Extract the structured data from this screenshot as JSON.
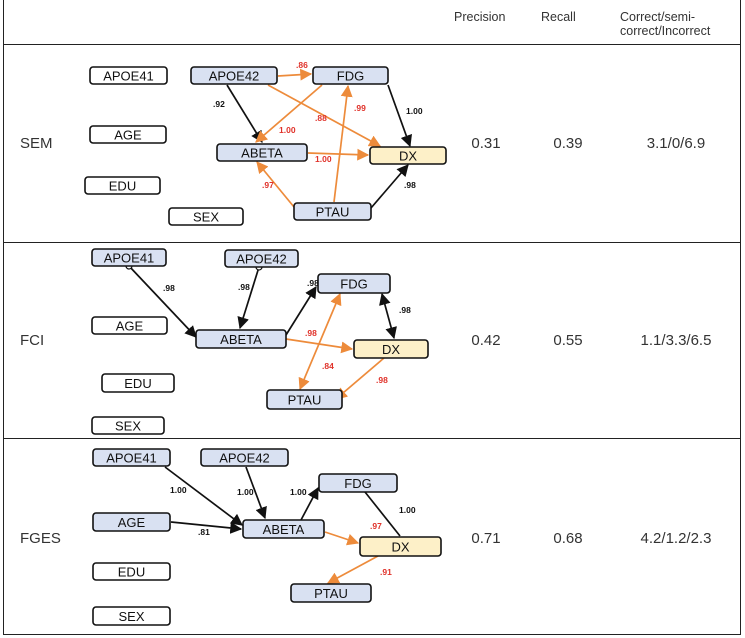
{
  "header": {
    "precision": "Precision",
    "recall": "Recall",
    "cis_line1": "Correct/semi-",
    "cis_line2": "correct/Incorrect"
  },
  "colors": {
    "node_fill": "#d9e1f2",
    "dx_fill": "#fdf0c8",
    "black_edge": "#111111",
    "orange_edge": "#ed8b3b",
    "orange_label": "#e0322a"
  },
  "rows": [
    {
      "id": "sem",
      "method": "SEM",
      "precision": "0.31",
      "recall": "0.39",
      "cis": "3.1/0/6.9",
      "nodes": {
        "APOE41": "APOE41",
        "APOE42": "APOE42",
        "FDG": "FDG",
        "AGE": "AGE",
        "ABETA": "ABETA",
        "DX": "DX",
        "EDU": "EDU",
        "SEX": "SEX",
        "PTAU": "PTAU"
      },
      "edges": [
        {
          "from": "APOE42",
          "to": "FDG",
          "color": "orange",
          "label": ".86"
        },
        {
          "from": "APOE42",
          "to": "ABETA",
          "color": "black",
          "label": ".92"
        },
        {
          "from": "APOE42",
          "to": "DX",
          "color": "orange",
          "label": ".88"
        },
        {
          "from": "FDG",
          "to": "ABETA",
          "color": "orange",
          "label": "1.00"
        },
        {
          "from": "FDG",
          "to": "DX",
          "color": "black",
          "label": "1.00"
        },
        {
          "from": "PTAU",
          "to": "FDG",
          "color": "orange",
          "label": ".99"
        },
        {
          "from": "ABETA",
          "to": "DX",
          "color": "orange",
          "label": "1.00"
        },
        {
          "from": "PTAU",
          "to": "ABETA",
          "color": "orange",
          "label": ".97"
        },
        {
          "from": "PTAU",
          "to": "DX",
          "color": "black",
          "label": ".98"
        }
      ]
    },
    {
      "id": "fci",
      "method": "FCI",
      "precision": "0.42",
      "recall": "0.55",
      "cis": "1.1/3.3/6.5",
      "nodes": {
        "APOE41": "APOE41",
        "APOE42": "APOE42",
        "FDG": "FDG",
        "AGE": "AGE",
        "ABETA": "ABETA",
        "DX": "DX",
        "EDU": "EDU",
        "PTAU": "PTAU",
        "SEX": "SEX"
      },
      "edges": [
        {
          "from": "APOE41",
          "to": "ABETA",
          "color": "black",
          "label": ".98",
          "tail": "circle"
        },
        {
          "from": "APOE42",
          "to": "ABETA",
          "color": "black",
          "label": ".98",
          "tail": "circle"
        },
        {
          "from": "ABETA",
          "to": "FDG",
          "color": "black",
          "label": ".98"
        },
        {
          "from": "FDG",
          "to": "DX",
          "color": "black",
          "label": ".98",
          "both": true
        },
        {
          "from": "ABETA",
          "to": "DX",
          "color": "orange",
          "label": ".98"
        },
        {
          "from": "PTAU",
          "to": "FDG",
          "color": "orange",
          "label": ".84",
          "both": true
        },
        {
          "from": "DX",
          "to": "PTAU",
          "color": "orange",
          "label": ".98"
        }
      ]
    },
    {
      "id": "fges",
      "method": "FGES",
      "precision": "0.71",
      "recall": "0.68",
      "cis": "4.2/1.2/2.3",
      "nodes": {
        "APOE41": "APOE41",
        "APOE42": "APOE42",
        "FDG": "FDG",
        "AGE": "AGE",
        "ABETA": "ABETA",
        "DX": "DX",
        "EDU": "EDU",
        "PTAU": "PTAU",
        "SEX": "SEX"
      },
      "edges": [
        {
          "from": "APOE41",
          "to": "ABETA",
          "color": "black",
          "label": "1.00"
        },
        {
          "from": "APOE42",
          "to": "ABETA",
          "color": "black",
          "label": "1.00"
        },
        {
          "from": "AGE",
          "to": "ABETA",
          "color": "black",
          "label": ".81"
        },
        {
          "from": "ABETA",
          "to": "FDG",
          "color": "black",
          "label": "1.00"
        },
        {
          "from": "FDG",
          "to": "DX",
          "color": "black",
          "label": "1.00",
          "nohead": true
        },
        {
          "from": "ABETA",
          "to": "DX",
          "color": "orange",
          "label": ".97"
        },
        {
          "from": "DX",
          "to": "PTAU",
          "color": "orange",
          "label": ".91"
        }
      ]
    }
  ]
}
